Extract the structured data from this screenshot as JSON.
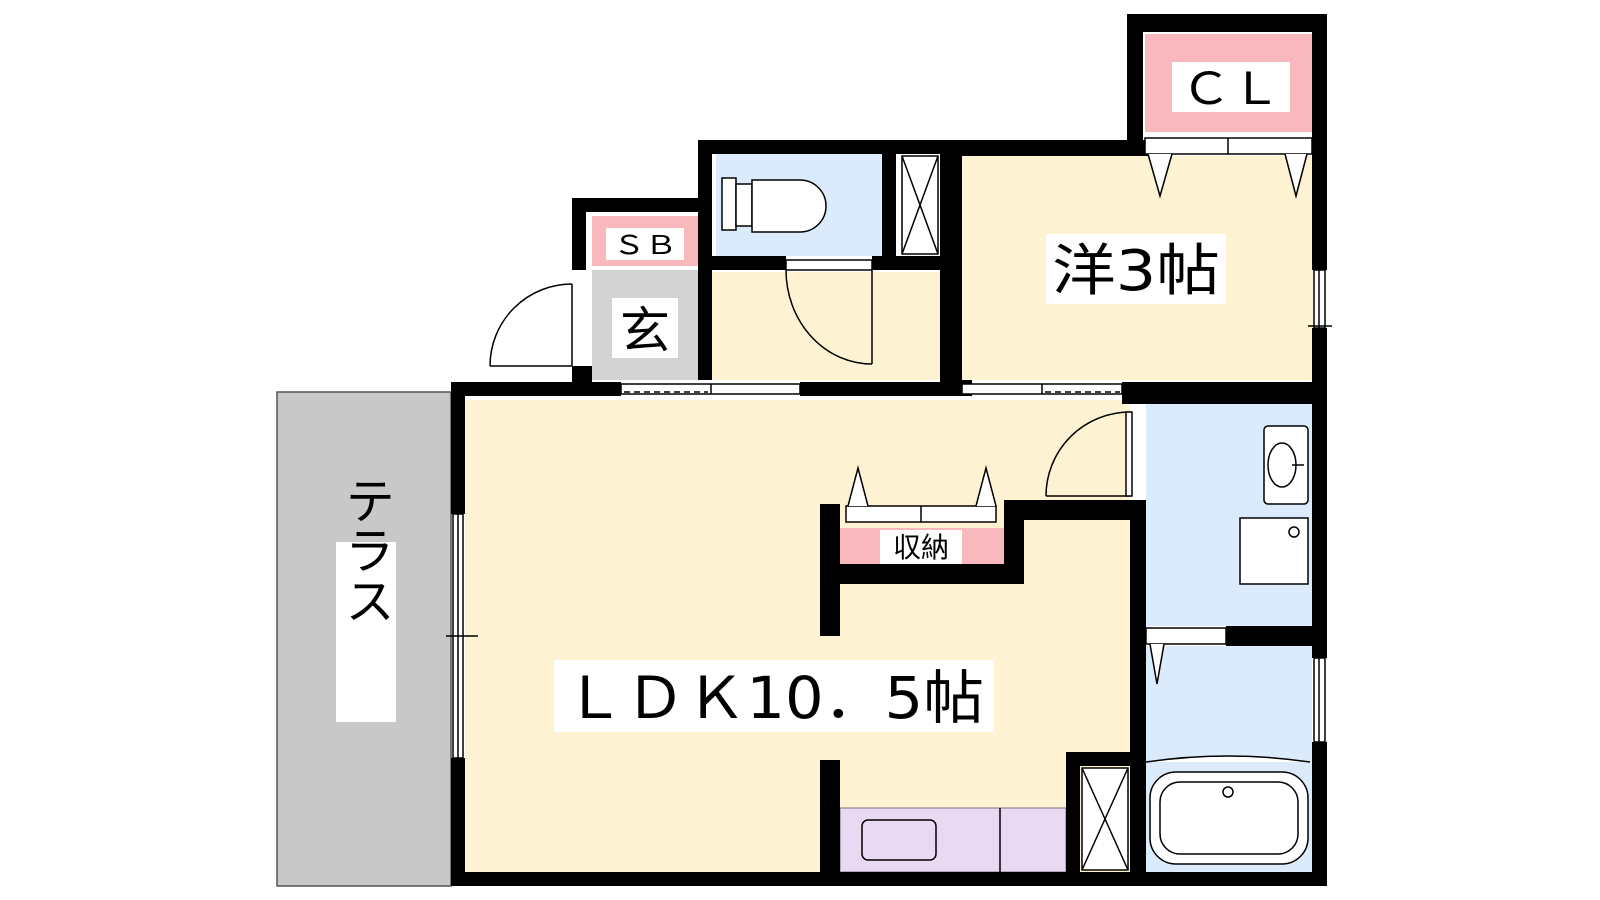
{
  "rooms": {
    "ldk": {
      "label": "ＬＤＫ10．5帖"
    },
    "western": {
      "label": "洋3帖"
    },
    "closet": {
      "label": "ＣＬ"
    },
    "shoe_box": {
      "label": "ＳＢ"
    },
    "entrance": {
      "label": "玄"
    },
    "storage": {
      "label": "収納"
    },
    "terrace": {
      "label": "テラス"
    }
  },
  "colors": {
    "wall": "#000000",
    "room_floor": "#fdf2d2",
    "wet_area": "#dcebfb",
    "closet_storage": "#f7b9bd",
    "entrance_floor": "#d3d3d3",
    "terrace": "#c8c8c8",
    "kitchen": "#ead9f2"
  }
}
